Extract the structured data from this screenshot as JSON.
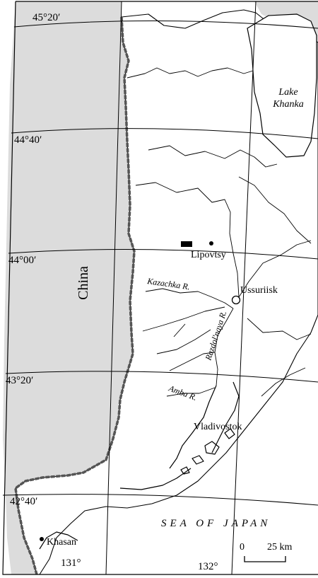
{
  "colors": {
    "china_fill": "#dcdcdc",
    "land_fill": "#ffffff",
    "line": "#000000",
    "border": "#555555"
  },
  "latitudes": [
    "45°20′",
    "44°40′",
    "44°00′",
    "43°20′",
    "42°40′"
  ],
  "longitudes": [
    "131°",
    "132°"
  ],
  "places": {
    "lake": [
      "Lake",
      "Khanka"
    ],
    "lipovtsy": "Lipovtsy",
    "ussuriisk": "Ussuriisk",
    "vladivostok": "Vladivostok",
    "khasan": "Khasan"
  },
  "rivers": {
    "kazachka": "Kazachka R.",
    "razdolnaya": "Razdol'naya R.",
    "amba": "Amba R."
  },
  "regions": {
    "china": "China",
    "sea": "SEA OF JAPAN"
  },
  "scale": {
    "zero": "0",
    "distance": "25 km"
  },
  "icons": {
    "sample_site": "black-rectangle",
    "lipovtsy": "black-dot",
    "ussuriisk": "open-circle",
    "khasan": "black-dot"
  }
}
